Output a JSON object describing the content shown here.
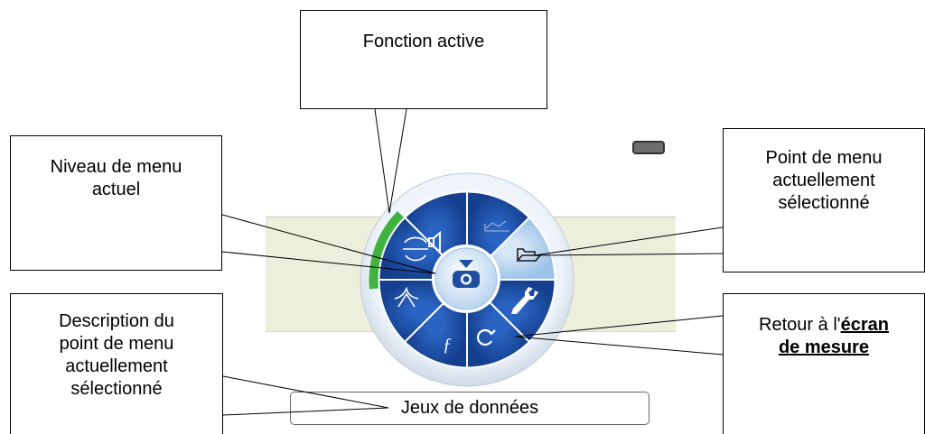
{
  "callouts": {
    "fonction_active": "Fonction active",
    "niveau_line1": "Niveau de menu",
    "niveau_line2": "actuel",
    "point_line1": "Point de menu",
    "point_line2": "actuellement",
    "point_line3": "sélectionné",
    "desc_line1": "Description du",
    "desc_line2": "point de menu",
    "desc_line3": "actuellement",
    "desc_line4": "sélectionné",
    "retour_prefix": "Retour à l'",
    "retour_bold1": "écran",
    "retour_bold2": "de mesure"
  },
  "description_field": "Jeux de données",
  "menu": {
    "center_icon": "device-icon",
    "segments": [
      "speaker-icon",
      "graph-icon",
      "folder-icon",
      "wrench-icon",
      "return-icon",
      "function-icon",
      "network-icon",
      "probe-icon"
    ],
    "selected_segment": "folder-icon",
    "active_segment": "probe-icon"
  },
  "colors": {
    "segment_dark": "#1f50a8",
    "segment_selected": "#b6d3ee",
    "active_arc": "#3fb23f"
  }
}
